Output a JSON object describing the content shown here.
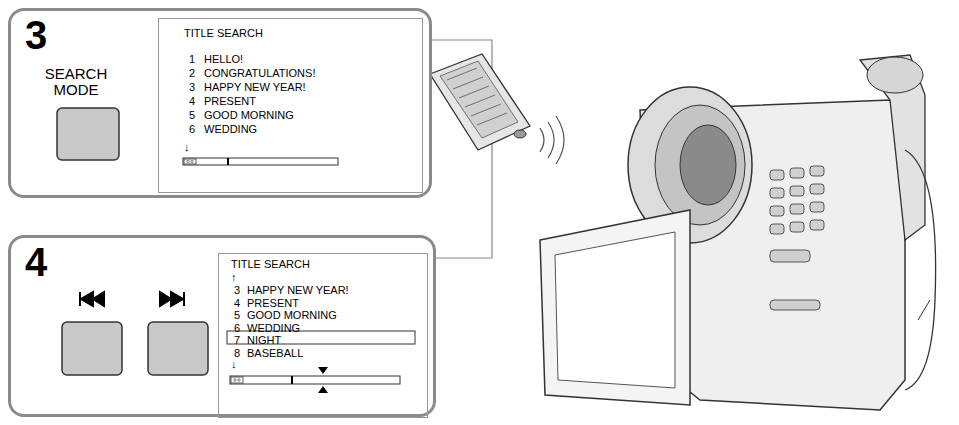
{
  "diagram": {
    "nodes": [
      {
        "text": [
          "3"
        ]
      },
      {
        "text": [
          "SEARCH MODE"
        ],
        "in": 0
      },
      {
        "text": [
          "TITLE SEARCH",
          "1",
          "HELLO!",
          "2",
          "CONGRATULATIONS!",
          "3",
          "HAPPY NEW YEAR!",
          "4",
          "PRESENT",
          "5",
          "GOOD MORNING",
          "6",
          "WEDDING",
          "↓"
        ],
        "in": 0
      },
      {
        "text": [
          "4"
        ]
      },
      {
        "text": [
          "TITLE SEARCH",
          "↑",
          "3",
          "HAPPY NEW YEAR!",
          "4",
          "PRESENT",
          "5",
          "GOOD MORNING",
          "6",
          "WEDDING",
          "7",
          "NIGHT",
          "8",
          "BASEBALL",
          "↓"
        ],
        "in": 3
      }
    ]
  }
}
